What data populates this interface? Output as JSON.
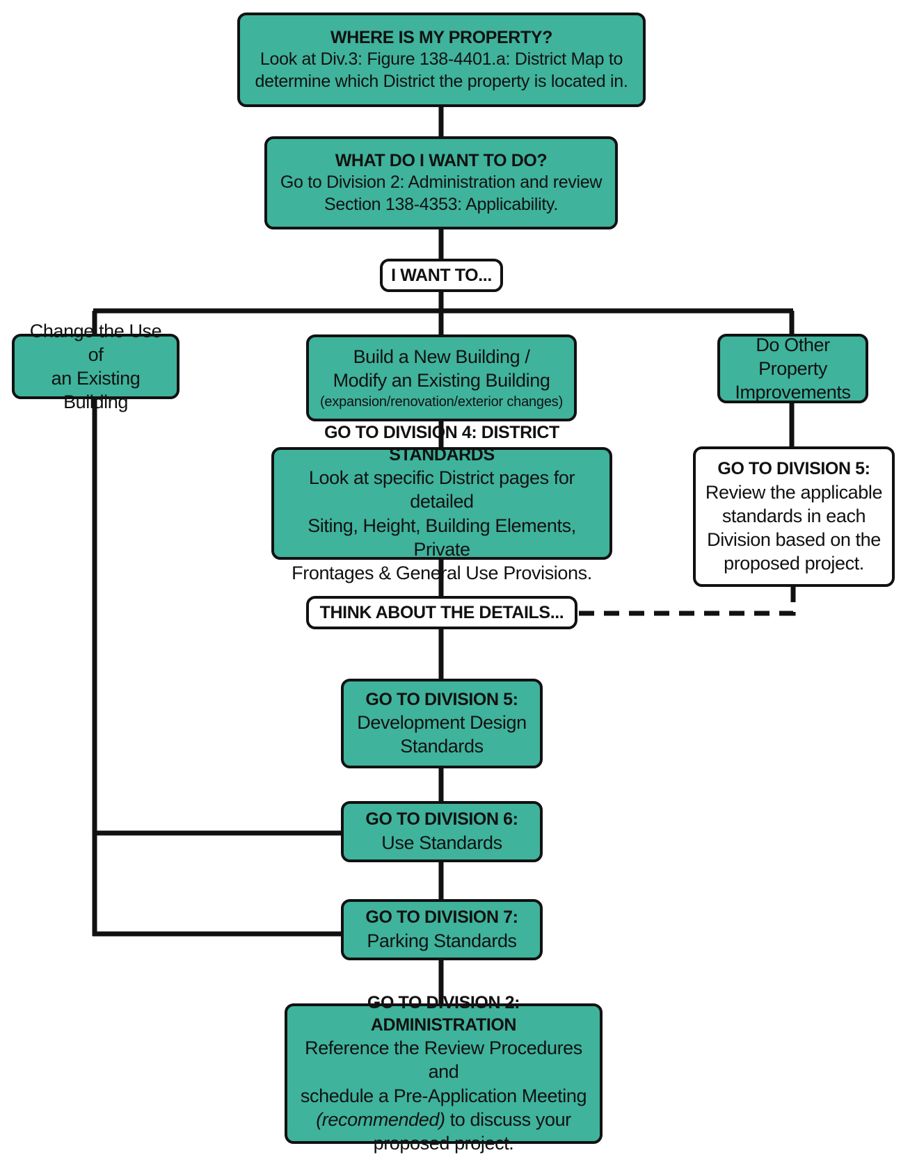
{
  "colors": {
    "accent": "#3fb39c",
    "line": "#111111",
    "background": "#ffffff"
  },
  "nodes": {
    "where": {
      "heading": "WHERE IS MY PROPERTY?",
      "line1": "Look at Div.3: Figure 138-4401.a: District Map to",
      "line2": "determine which District the property is located in."
    },
    "what": {
      "heading": "WHAT DO I WANT TO DO?",
      "line1": "Go to Division 2: Administration and review",
      "line2": "Section 138-4353: Applicability."
    },
    "i_want_to": "I WANT TO...",
    "change_use": {
      "line1": "Change the Use of",
      "line2": "an Existing Building"
    },
    "build_new": {
      "line1": "Build a New Building /",
      "line2": "Modify an Existing Building",
      "note": "(expansion/renovation/exterior changes)"
    },
    "other_improvements": {
      "line1": "Do Other Property",
      "line2": "Improvements"
    },
    "division4": {
      "heading": "GO TO DIVISION 4: DISTRICT STANDARDS",
      "line1": "Look at specific District pages for detailed",
      "line2": "Siting, Height, Building Elements, Private",
      "line3": "Frontages & General Use Provisions."
    },
    "division5_other": {
      "heading": "GO TO DIVISION 5:",
      "line1": "Review the applicable",
      "line2": "standards in each",
      "line3": "Division based on the",
      "line4": "proposed project."
    },
    "think_details": "THINK ABOUT THE DETAILS...",
    "division5": {
      "heading": "GO TO DIVISION 5:",
      "line1": "Development Design",
      "line2": "Standards"
    },
    "division6": {
      "heading": "GO TO DIVISION 6:",
      "line1": "Use Standards"
    },
    "division7": {
      "heading": "GO TO DIVISION 7:",
      "line1": "Parking Standards"
    },
    "division2": {
      "heading": "GO TO DIVISION 2: ADMINISTRATION",
      "line1": "Reference the Review Procedures and",
      "line2": "schedule a Pre-Application Meeting",
      "line3_italic": "(recommended)",
      "line3_rest": " to discuss your",
      "line4": "proposed project."
    }
  }
}
